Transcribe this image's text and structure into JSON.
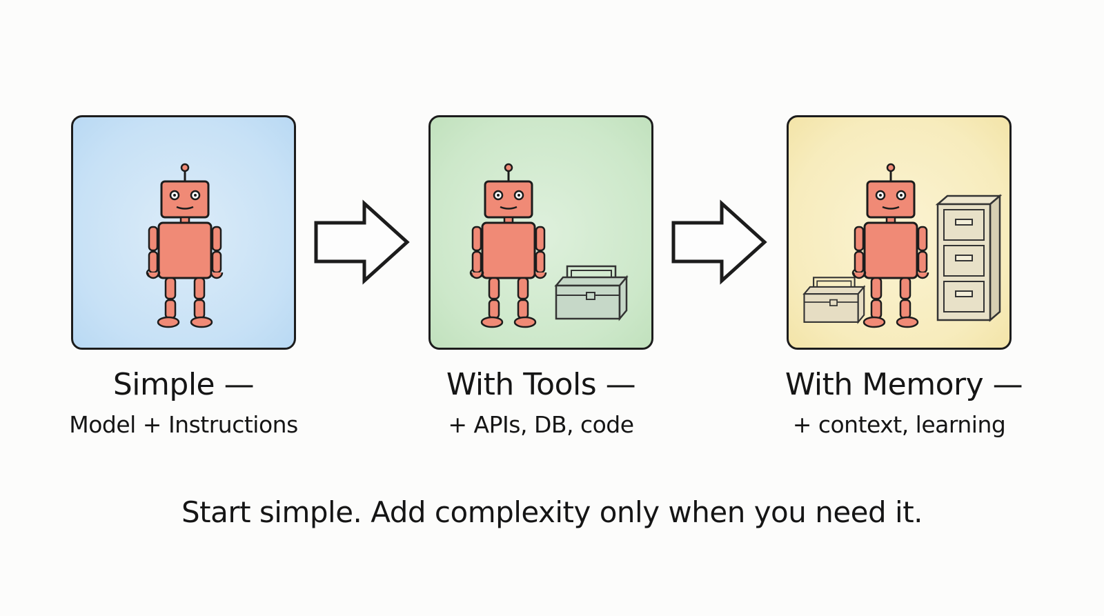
{
  "stages": [
    {
      "title": "Simple —",
      "subtitle": "Model + Instructions",
      "color": "#c7e1f6",
      "icons": [
        "robot-icon"
      ]
    },
    {
      "title": "With Tools —",
      "subtitle": "+ APIs, DB, code",
      "color": "#cde8ca",
      "icons": [
        "robot-icon",
        "toolbox-icon"
      ]
    },
    {
      "title": "With Memory —",
      "subtitle": "+ context, learning",
      "color": "#f7ecbd",
      "icons": [
        "toolbox-icon",
        "robot-icon",
        "filing-cabinet-icon"
      ]
    }
  ],
  "arrows": [
    "arrow-right-icon",
    "arrow-right-icon"
  ],
  "tagline": "Start simple. Add complexity only when you need it.",
  "colors": {
    "robot": "#f08a76",
    "outline": "#1c1c1c",
    "toolbox_green": "#c6d8c8",
    "toolbox_tan": "#e6ddc3",
    "cabinet": "#e8e1c8"
  }
}
